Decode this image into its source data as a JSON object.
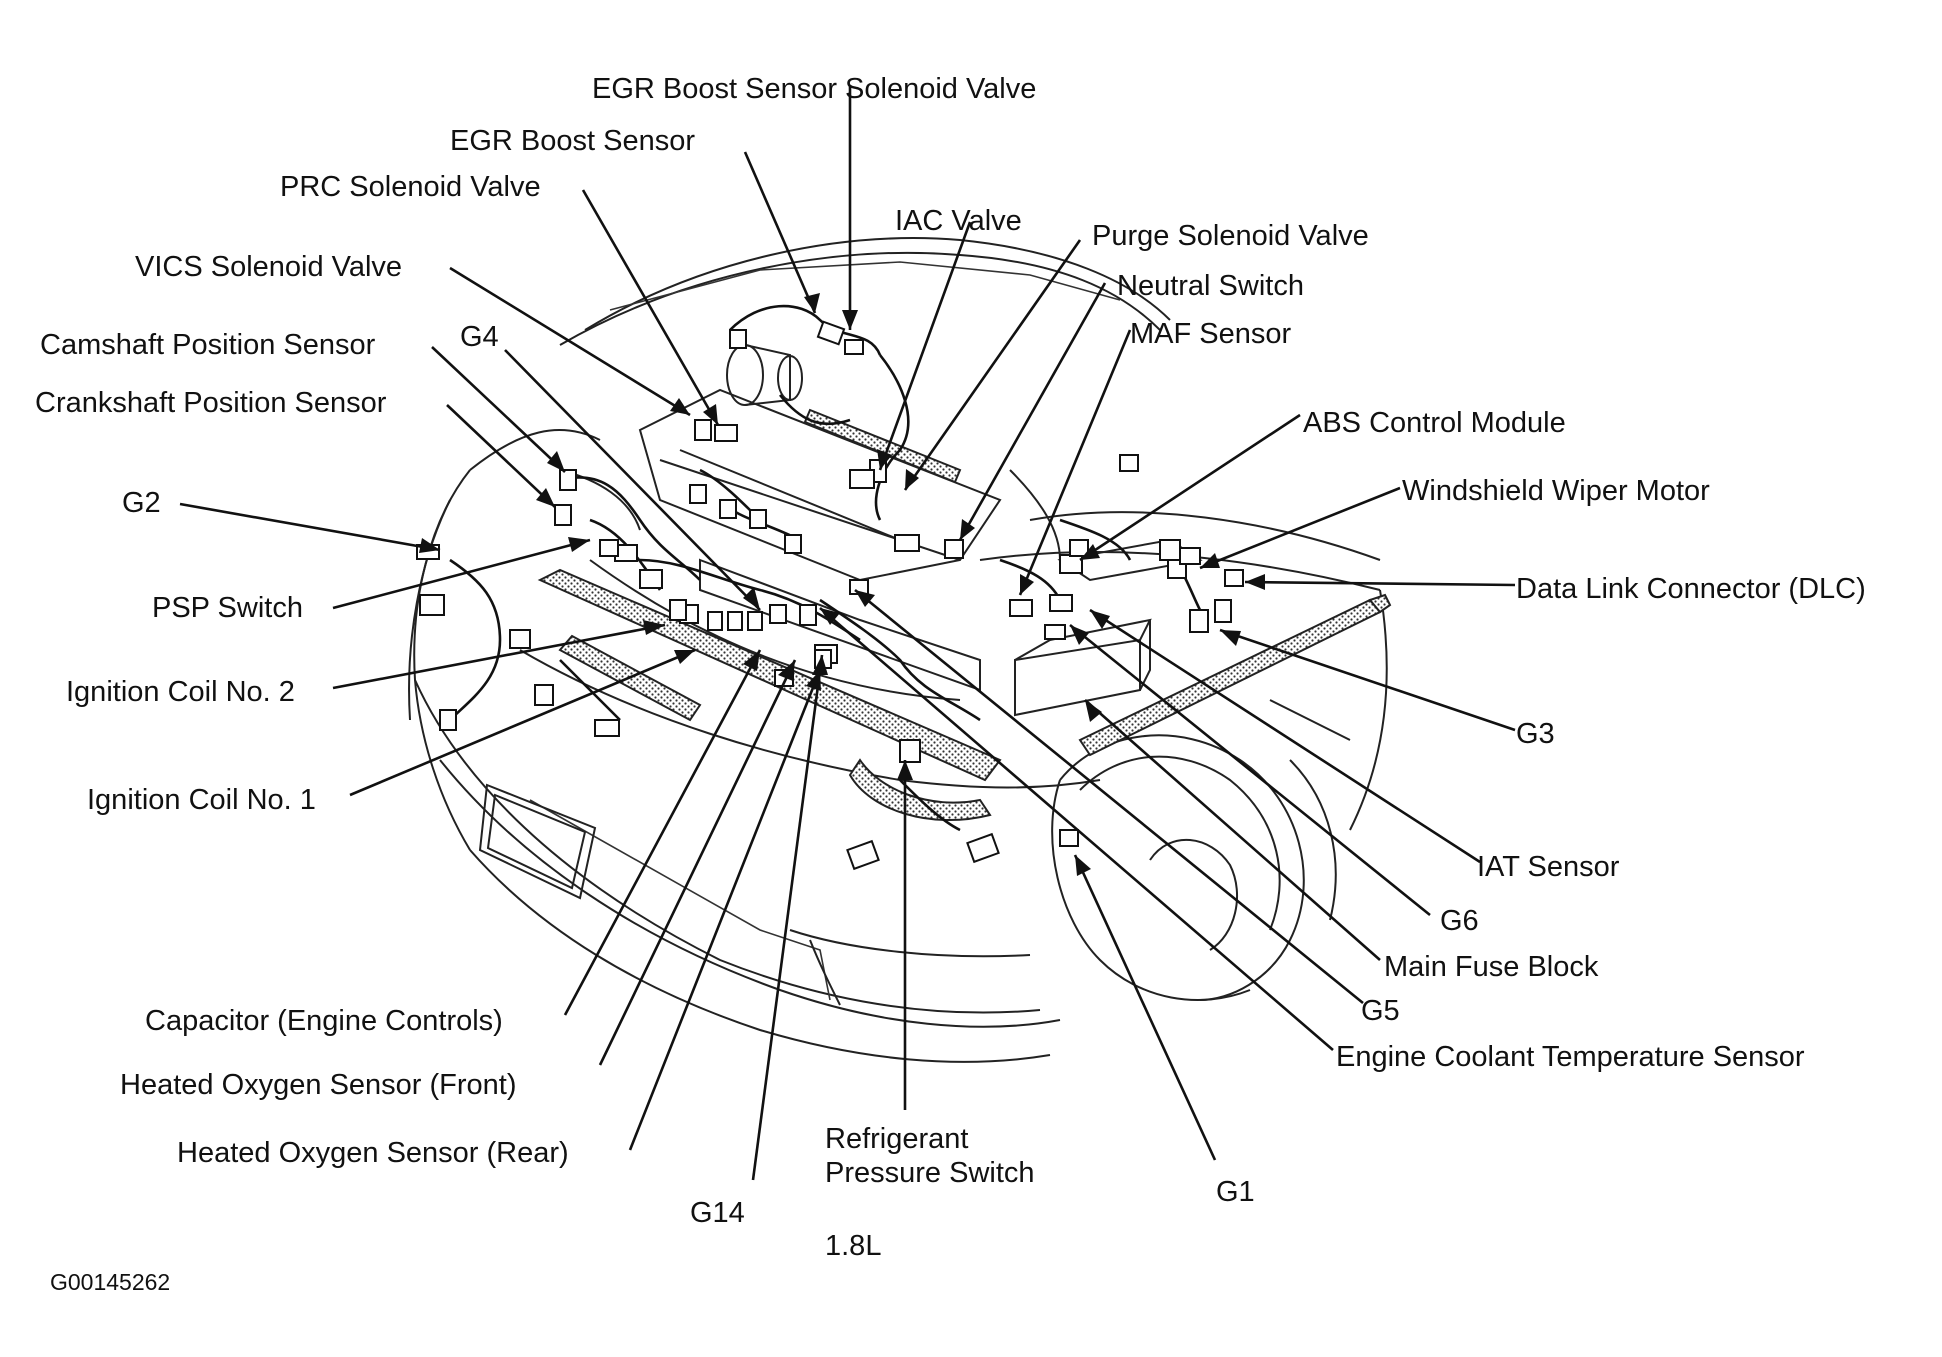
{
  "diagram": {
    "labels": {
      "egr_boost_sensor_solenoid_valve": "EGR Boost Sensor Solenoid Valve",
      "egr_boost_sensor": "EGR Boost Sensor",
      "prc_solenoid_valve": "PRC Solenoid Valve",
      "iac_valve": "IAC Valve",
      "purge_solenoid_valve": "Purge Solenoid Valve",
      "vics_solenoid_valve": "VICS Solenoid Valve",
      "neutral_switch": "Neutral Switch",
      "maf_sensor": "MAF Sensor",
      "g4": "G4",
      "camshaft_position_sensor": "Camshaft Position Sensor",
      "crankshaft_position_sensor": "Crankshaft Position Sensor",
      "abs_control_module": "ABS Control Module",
      "g2": "G2",
      "windshield_wiper_motor": "Windshield Wiper Motor",
      "data_link_connector": "Data Link Connector (DLC)",
      "psp_switch": "PSP Switch",
      "ignition_coil_2": "Ignition Coil No. 2",
      "g3": "G3",
      "ignition_coil_1": "Ignition Coil No. 1",
      "iat_sensor": "IAT Sensor",
      "g6": "G6",
      "main_fuse_block": "Main Fuse Block",
      "g5": "G5",
      "capacitor": "Capacitor (Engine Controls)",
      "engine_coolant_temp_sensor": "Engine Coolant Temperature Sensor",
      "heated_o2_front": "Heated Oxygen Sensor (Front)",
      "heated_o2_rear": "Heated Oxygen Sensor (Rear)",
      "refrigerant_pressure_switch_line1": "Refrigerant",
      "refrigerant_pressure_switch_line2": "Pressure Switch",
      "g1": "G1",
      "g14": "G14",
      "engine": "1.8L",
      "figure_id": "G00145262"
    }
  }
}
